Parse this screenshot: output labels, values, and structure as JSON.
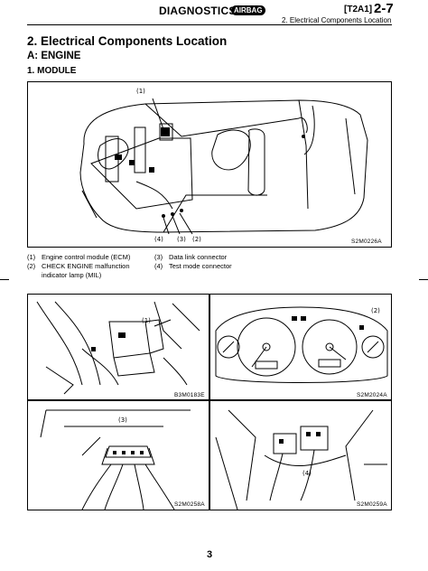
{
  "header": {
    "section": "DIAGNOSTICS",
    "badge": "AIRBAG",
    "code": "[T2A1]",
    "page": "2-7",
    "subtitle": "2.  Electrical Components Location"
  },
  "titles": {
    "section": "2.  Electrical Components Location",
    "sub": "A:  ENGINE",
    "subsub": "1.  MODULE"
  },
  "main_figure": {
    "callouts": [
      "(1)",
      "(4)",
      "(3)",
      "(2)"
    ],
    "code": "S2M0226A"
  },
  "legend": {
    "col1": [
      {
        "num": "(1)",
        "text": "Engine control module (ECM)"
      },
      {
        "num": "(2)",
        "text": "CHECK ENGINE malfunction",
        "cont": "indicator lamp (MIL)"
      }
    ],
    "col2": [
      {
        "num": "(3)",
        "text": "Data link connector"
      },
      {
        "num": "(4)",
        "text": "Test mode connector"
      }
    ]
  },
  "figures": {
    "ecm": {
      "callout": "(1)",
      "code": "B3M0183E"
    },
    "cluster": {
      "callout": "(2)",
      "code": "S2M2024A"
    },
    "dlc": {
      "callout": "(3)",
      "code": "S2M0258A"
    },
    "test": {
      "callout": "(4)",
      "code": "S2M0259A"
    }
  },
  "page_number": "3"
}
